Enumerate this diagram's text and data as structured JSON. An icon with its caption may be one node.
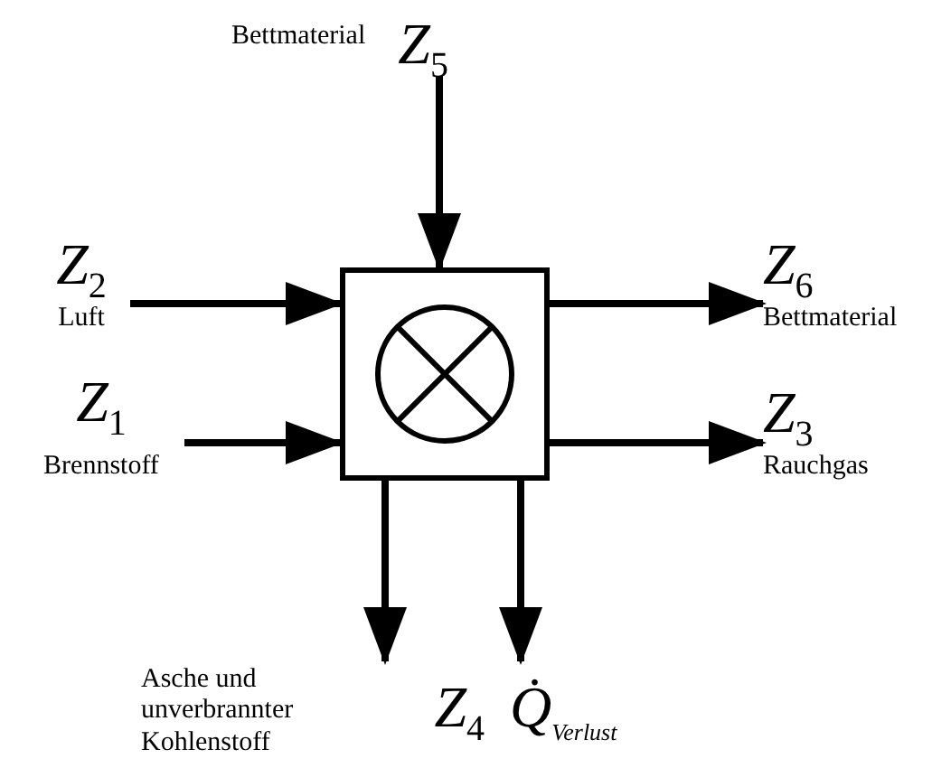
{
  "diagram": {
    "nodes": [
      {
        "text": [],
        "shape": "box"
      },
      {
        "text": [
          "Bettmaterial",
          "Z$_{5}$"
        ]
      },
      {
        "text": [
          "Z$_{2}$",
          "Luft"
        ]
      },
      {
        "text": [
          "Z$_{1}$",
          "Brennstoff"
        ]
      },
      {
        "text": [
          "Z$_{6}$",
          "Bettmaterial"
        ]
      },
      {
        "text": [
          "Z$_{3}$",
          "Rauchgas"
        ]
      },
      {
        "text": [
          "Asche und unverbrannter Kohlenstoff",
          "Z$_{4}$"
        ]
      },
      {
        "text": [
          "Q̇$_{Verlust}$"
        ]
      }
    ],
    "edges": [
      {
        "from": 1,
        "to": 0,
        "arrow": "to"
      },
      {
        "from": 2,
        "to": 0,
        "arrow": "to"
      },
      {
        "from": 3,
        "to": 0,
        "arrow": "to"
      },
      {
        "from": 0,
        "to": 4,
        "arrow": "to"
      },
      {
        "from": 0,
        "to": 5,
        "arrow": "to"
      },
      {
        "from": 0,
        "to": 6,
        "arrow": "to"
      },
      {
        "from": 0,
        "to": 7,
        "arrow": "to"
      }
    ]
  }
}
